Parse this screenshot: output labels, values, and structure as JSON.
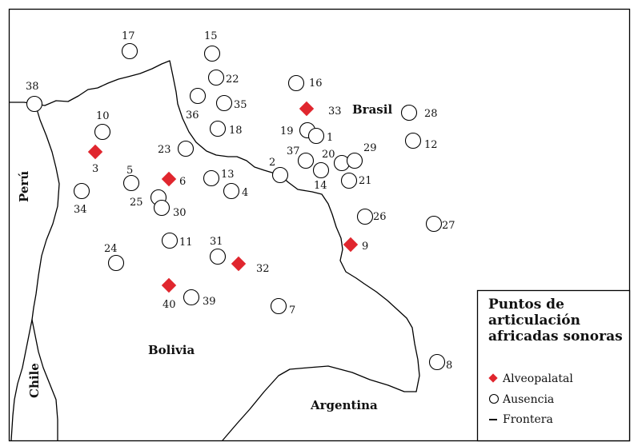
{
  "legend": {
    "title_lines": [
      "Puntos de",
      "articulación",
      "africadas sonoras"
    ],
    "items": {
      "alveopalatal": "Alveopalatal",
      "ausencia": "Ausencia",
      "frontera": "Frontera"
    },
    "alveopalatal_color": "#e0262e"
  },
  "countries": {
    "peru": "Perú",
    "brasil": "Brasil",
    "bolivia": "Bolivia",
    "chile": "Chile",
    "argentina": "Argentina"
  },
  "points": [
    {
      "label": "17",
      "type": "ausencia"
    },
    {
      "label": "15",
      "type": "ausencia"
    },
    {
      "label": "16",
      "type": "ausencia"
    },
    {
      "label": "22",
      "type": "ausencia"
    },
    {
      "label": "35",
      "type": "ausencia"
    },
    {
      "label": "36",
      "type": "ausencia"
    },
    {
      "label": "33",
      "type": "alveopalatal"
    },
    {
      "label": "28",
      "type": "ausencia"
    },
    {
      "label": "38",
      "type": "ausencia"
    },
    {
      "label": "10",
      "type": "ausencia"
    },
    {
      "label": "18",
      "type": "ausencia"
    },
    {
      "label": "19",
      "type": "ausencia"
    },
    {
      "label": "1",
      "type": "ausencia"
    },
    {
      "label": "12",
      "type": "ausencia"
    },
    {
      "label": "3",
      "type": "alveopalatal"
    },
    {
      "label": "23",
      "type": "ausencia"
    },
    {
      "label": "37",
      "type": "ausencia"
    },
    {
      "label": "20",
      "type": "ausencia"
    },
    {
      "label": "29",
      "type": "ausencia"
    },
    {
      "label": "2",
      "type": "ausencia"
    },
    {
      "label": "5",
      "type": "ausencia"
    },
    {
      "label": "6",
      "type": "alveopalatal"
    },
    {
      "label": "13",
      "type": "ausencia"
    },
    {
      "label": "14",
      "type": "ausencia"
    },
    {
      "label": "21",
      "type": "ausencia"
    },
    {
      "label": "34",
      "type": "ausencia"
    },
    {
      "label": "4",
      "type": "ausencia"
    },
    {
      "label": "25",
      "type": "ausencia"
    },
    {
      "label": "30",
      "type": "ausencia"
    },
    {
      "label": "26",
      "type": "ausencia"
    },
    {
      "label": "27",
      "type": "ausencia"
    },
    {
      "label": "11",
      "type": "ausencia"
    },
    {
      "label": "9",
      "type": "alveopalatal"
    },
    {
      "label": "24",
      "type": "ausencia"
    },
    {
      "label": "31",
      "type": "ausencia"
    },
    {
      "label": "32",
      "type": "alveopalatal"
    },
    {
      "label": "40",
      "type": "alveopalatal"
    },
    {
      "label": "39",
      "type": "ausencia"
    },
    {
      "label": "7",
      "type": "ausencia"
    },
    {
      "label": "8",
      "type": "ausencia"
    }
  ]
}
